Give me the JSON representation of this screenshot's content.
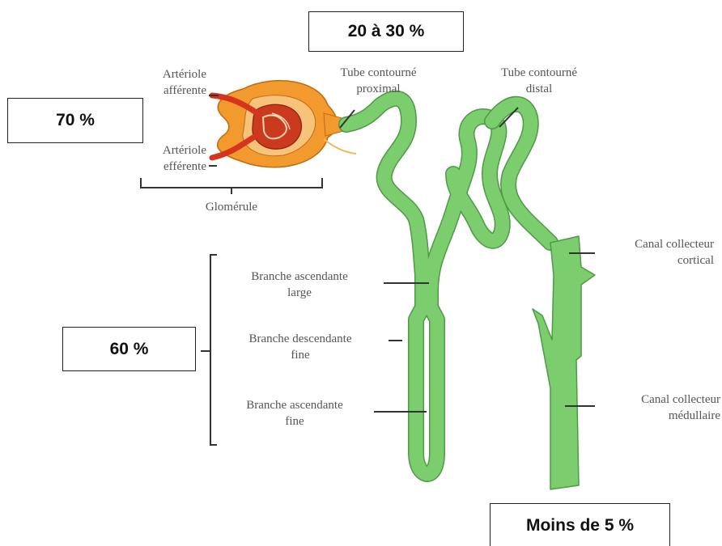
{
  "colors": {
    "tubule": "#7ccd6e",
    "tubule_edge": "#4e9a46",
    "glomerulus": "#f29a2e",
    "arteriole": "#d7341d",
    "label_text": "#555555"
  },
  "boxes": {
    "glomerulus_pct": "70 %",
    "proximal_pct": "20 à 30 %",
    "loop_pct": "60 %",
    "collecting_pct": "Moins de 5 %"
  },
  "labels": {
    "afferent_1": "Artériole",
    "afferent_2": "afférente",
    "efferent_1": "Artériole",
    "efferent_2": "efférente",
    "glomerule": "Glomérule",
    "proximal_1": "Tube contourné",
    "proximal_2": "proximal",
    "distal_1": "Tube contourné",
    "distal_2": "distal",
    "thick_asc_1": "Branche ascendante",
    "thick_asc_2": "large",
    "thin_desc_1": "Branche descendante",
    "thin_desc_2": "fine",
    "thin_asc_1": "Branche ascendante",
    "thin_asc_2": "fine",
    "cortical_1": "Canal collecteur",
    "cortical_2": "cortical",
    "medullary_1": "Canal collecteur",
    "medullary_2": "médullaire"
  }
}
